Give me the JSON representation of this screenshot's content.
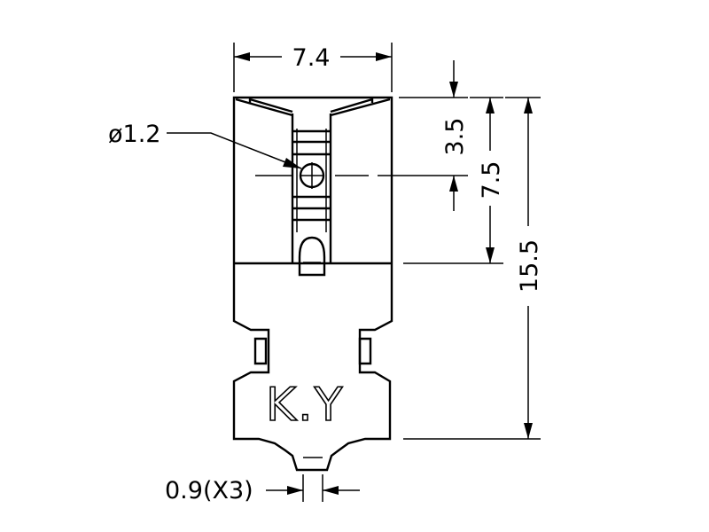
{
  "dimensions": {
    "width": "7.4",
    "hole_diameter": "ø1.2",
    "hole_offset": "3.5",
    "upper_height": "7.5",
    "total_height": "15.5",
    "pin_width": "0.9(X3)"
  },
  "part_marking": "K.Y"
}
